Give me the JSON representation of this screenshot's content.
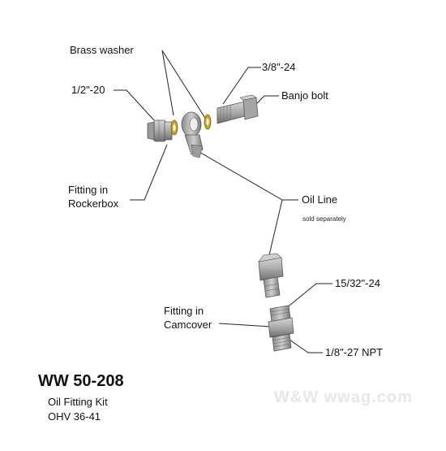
{
  "labels": {
    "brass_washer": "Brass washer",
    "thread_3_8_24": "3/8\"-24",
    "banjo_bolt": "Banjo bolt",
    "thread_1_2_20": "1/2\"-20",
    "fitting_rockerbox_1": "Fitting in",
    "fitting_rockerbox_2": "Rockerbox",
    "oil_line": "Oil Line",
    "oil_line_note": "sold separately",
    "thread_15_32_24": "15/32\"-24",
    "fitting_camcover_1": "Fitting in",
    "fitting_camcover_2": "Camcover",
    "thread_1_8_27_npt": "1/8\"-27 NPT"
  },
  "product": {
    "code": "WW 50-208",
    "name": "Oil Fitting Kit",
    "model": "OHV 36-41"
  },
  "watermark": "W&W wwag.com",
  "colors": {
    "metal": "#b5b5b5",
    "metal_dark": "#7d7d7d",
    "brass": "#c9a227",
    "line": "#222222"
  }
}
